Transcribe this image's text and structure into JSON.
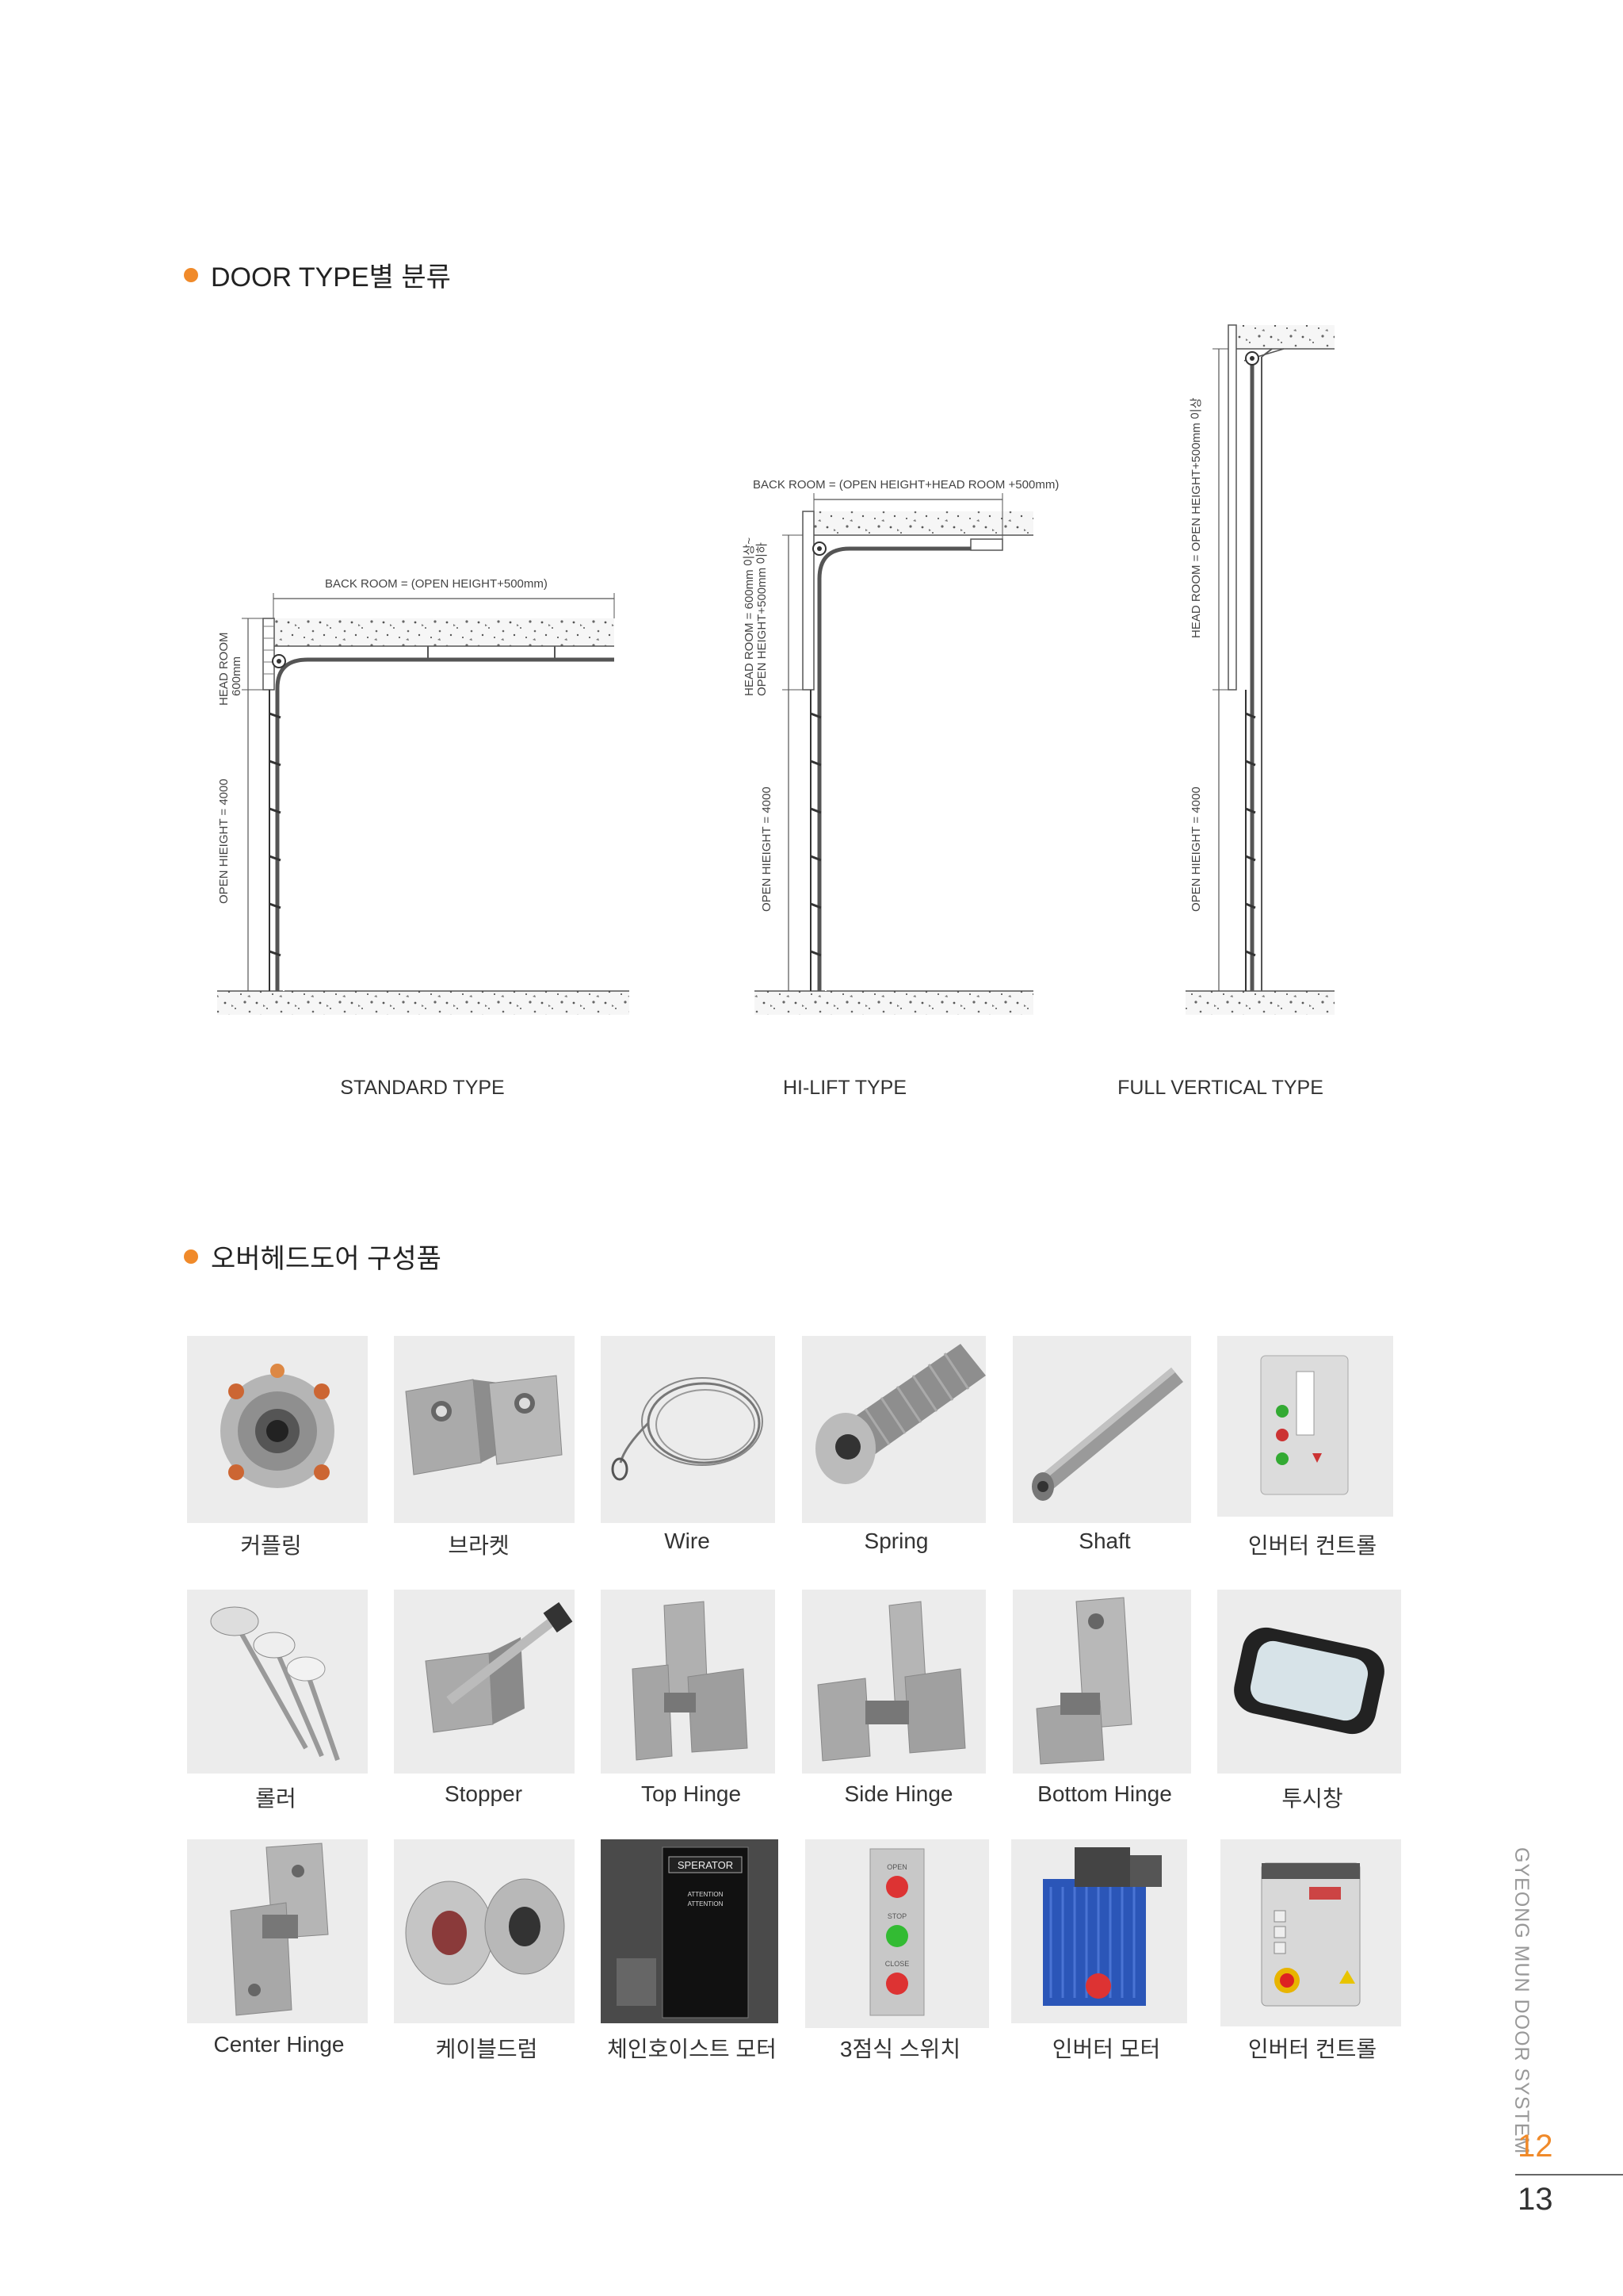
{
  "section1": {
    "title": "DOOR TYPE별 분류"
  },
  "diagrams": {
    "standard": {
      "caption": "STANDARD TYPE",
      "back_room": "BACK ROOM = (OPEN HEIGHT+500mm)",
      "head_room_line1": "HEAD ROOM",
      "head_room_line2": "600mm",
      "open_height": "OPEN HIEIGHT = 4000"
    },
    "hilift": {
      "caption": "HI-LIFT TYPE",
      "back_room": "BACK ROOM = (OPEN HEIGHT+HEAD ROOM +500mm)",
      "head_room_line1": "HEAD ROOM = 600mm 이상~",
      "head_room_line2": "OPEN HEIGHT+500mm 이하",
      "open_height": "OPEN HIEIGHT = 4000"
    },
    "fullvertical": {
      "caption": "FULL VERTICAL TYPE",
      "head_room": "HEAD ROOM = OPEN HEIGHT+500mm 이상",
      "open_height": "OPEN HIEIGHT = 4000"
    }
  },
  "section2": {
    "title": "오버헤드도어 구성품"
  },
  "components": [
    {
      "label": "커플링",
      "icon": "coupling-icon"
    },
    {
      "label": "브라켓",
      "icon": "bracket-icon"
    },
    {
      "label": "Wire",
      "icon": "wire-icon"
    },
    {
      "label": "Spring",
      "icon": "spring-icon"
    },
    {
      "label": "Shaft",
      "icon": "shaft-icon"
    },
    {
      "label": "인버터 컨트롤",
      "icon": "control-box-icon"
    },
    {
      "label": "롤러",
      "icon": "roller-icon"
    },
    {
      "label": "Stopper",
      "icon": "stopper-icon"
    },
    {
      "label": "Top Hinge",
      "icon": "top-hinge-icon"
    },
    {
      "label": "Side Hinge",
      "icon": "side-hinge-icon"
    },
    {
      "label": "Bottom Hinge",
      "icon": "bottom-hinge-icon"
    },
    {
      "label": "투시창",
      "icon": "window-icon"
    },
    {
      "label": "Center Hinge",
      "icon": "center-hinge-icon"
    },
    {
      "label": "케이블드럼",
      "icon": "cable-drum-icon"
    },
    {
      "label": "체인호이스트 모터",
      "icon": "chain-hoist-motor-icon"
    },
    {
      "label": "3점식 스위치",
      "icon": "three-button-switch-icon"
    },
    {
      "label": "인버터 모터",
      "icon": "inverter-motor-icon"
    },
    {
      "label": "인버터 컨트롤",
      "icon": "inverter-control-icon"
    }
  ],
  "photo_text": {
    "operator_brand": "SPERATOR",
    "attention1": "ATTENTION",
    "attention2": "ATTENTION",
    "switch_open": "OPEN",
    "switch_stop": "STOP",
    "switch_close": "CLOSE"
  },
  "sidebar": {
    "brand": "GYEONG MUN DOOR SYSTEM",
    "page_left": "12",
    "page_right": "13"
  }
}
